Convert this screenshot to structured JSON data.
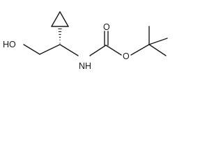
{
  "molecule": {
    "atoms": {
      "hydroxyl": "HO",
      "amine": "NH",
      "ester_oxygen": "O",
      "carbonyl_oxygen": "O"
    }
  }
}
